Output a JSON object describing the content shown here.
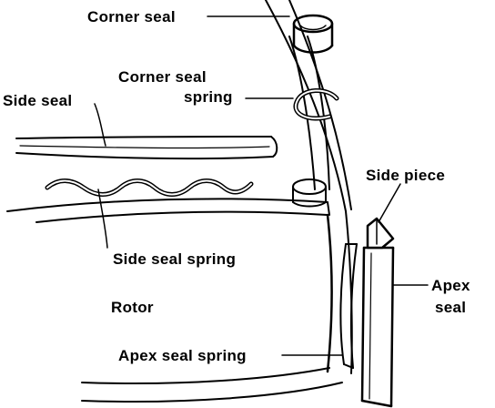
{
  "labels": {
    "corner_seal": "Corner seal",
    "corner_seal_spring_line1": "Corner seal",
    "corner_seal_spring_line2": "spring",
    "side_seal": "Side seal",
    "side_piece": "Side piece",
    "side_seal_spring": "Side seal spring",
    "apex_seal_line1": "Apex",
    "apex_seal_line2": "seal",
    "rotor": "Rotor",
    "apex_seal_spring": "Apex seal spring"
  },
  "colors": {
    "ink": "#000000",
    "paper": "#ffffff"
  }
}
